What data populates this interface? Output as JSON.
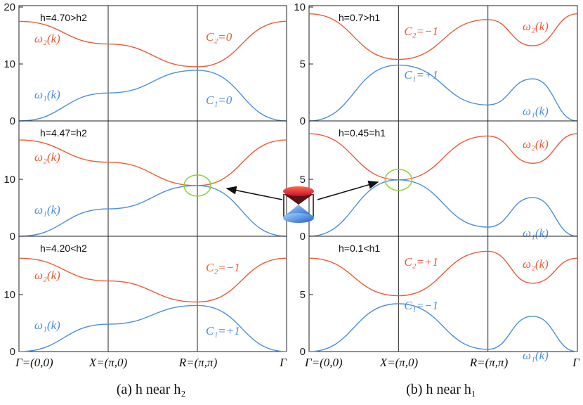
{
  "colors": {
    "omega1": "#4a8ee0",
    "omega2": "#ec5a33",
    "ring": "#8fd43c",
    "axis": "#222222"
  },
  "x_tick_labels": [
    "Γ=(0,0)",
    "X=(π,0)",
    "R=(π,π)",
    "Γ"
  ],
  "captions": [
    "(a) h near h₂",
    "(b) h near h₁"
  ],
  "chart_data": [
    {
      "type": "line",
      "column": "a",
      "row": 0,
      "label": "h=4.70>h2",
      "ylim": [
        0,
        20
      ],
      "yticks": [
        0,
        10,
        20
      ],
      "x": [
        0,
        1,
        2,
        3
      ],
      "series": [
        {
          "name": "ω₂(k)",
          "values": [
            17.5,
            13.5,
            9.5,
            17.5
          ]
        },
        {
          "name": "ω₁(k)",
          "values": [
            0,
            4.9,
            8.9,
            0
          ]
        }
      ],
      "chern": [
        {
          "text": "C₂=0",
          "series": 0
        },
        {
          "text": "C₁=0",
          "series": 1
        }
      ],
      "ring": null
    },
    {
      "type": "line",
      "column": "a",
      "row": 1,
      "label": "h=4.47=h2",
      "ylim": [
        0,
        20
      ],
      "yticks": [
        0,
        10
      ],
      "x": [
        0,
        1,
        2,
        3
      ],
      "series": [
        {
          "name": "ω₂(k)",
          "values": [
            16.9,
            13.0,
            8.9,
            16.9
          ]
        },
        {
          "name": "ω₁(k)",
          "values": [
            0,
            4.8,
            8.9,
            0
          ]
        }
      ],
      "chern": [],
      "ring": {
        "x": 2,
        "y": 8.9
      }
    },
    {
      "type": "line",
      "column": "a",
      "row": 2,
      "label": "h=4.20<h2",
      "ylim": [
        0,
        20
      ],
      "yticks": [
        0,
        10
      ],
      "x": [
        0,
        1,
        2,
        3
      ],
      "series": [
        {
          "name": "ω₂(k)",
          "values": [
            16.4,
            12.4,
            8.7,
            16.4
          ]
        },
        {
          "name": "ω₁(k)",
          "values": [
            0,
            4.8,
            8.1,
            0
          ]
        }
      ],
      "chern": [
        {
          "text": "C₂=−1",
          "series": 0
        },
        {
          "text": "C₁=+1",
          "series": 1
        }
      ],
      "ring": null
    },
    {
      "type": "line",
      "column": "b",
      "row": 0,
      "label": "h=0.7>h1",
      "ylim": [
        0,
        10
      ],
      "yticks": [
        0,
        5,
        10
      ],
      "x": [
        0,
        1,
        2,
        2.5,
        3
      ],
      "series": [
        {
          "name": "ω₂(k)",
          "values": [
            9.4,
            5.4,
            8.9,
            6.6,
            9.4
          ]
        },
        {
          "name": "ω₁(k)",
          "values": [
            0,
            4.9,
            1.4,
            3.7,
            0
          ]
        }
      ],
      "chern": [
        {
          "text": "C₂=−1",
          "series": 0
        },
        {
          "text": "C₁=+1",
          "series": 1
        }
      ],
      "ring": null
    },
    {
      "type": "line",
      "column": "b",
      "row": 1,
      "label": "h=0.45=h1",
      "ylim": [
        0,
        10
      ],
      "yticks": [
        0,
        5
      ],
      "x": [
        0,
        1,
        2,
        2.5,
        3
      ],
      "series": [
        {
          "name": "ω₂(k)",
          "values": [
            9.0,
            4.95,
            8.8,
            6.4,
            9.0
          ]
        },
        {
          "name": "ω₁(k)",
          "values": [
            0,
            4.95,
            0.8,
            3.4,
            0
          ]
        }
      ],
      "chern": [],
      "ring": {
        "x": 1,
        "y": 4.95
      }
    },
    {
      "type": "line",
      "column": "b",
      "row": 2,
      "label": "h=0.1<h1",
      "ylim": [
        0,
        10
      ],
      "yticks": [
        0,
        5
      ],
      "x": [
        0,
        1,
        2,
        2.5,
        3
      ],
      "series": [
        {
          "name": "ω₂(k)",
          "values": [
            8.2,
            4.9,
            8.8,
            6.0,
            8.2
          ]
        },
        {
          "name": "ω₁(k)",
          "values": [
            0,
            4.2,
            0.2,
            3.1,
            0
          ]
        }
      ],
      "chern": [
        {
          "text": "C₂=+1",
          "series": 0
        },
        {
          "text": "C₁=−1",
          "series": 1
        }
      ],
      "ring": null
    }
  ]
}
